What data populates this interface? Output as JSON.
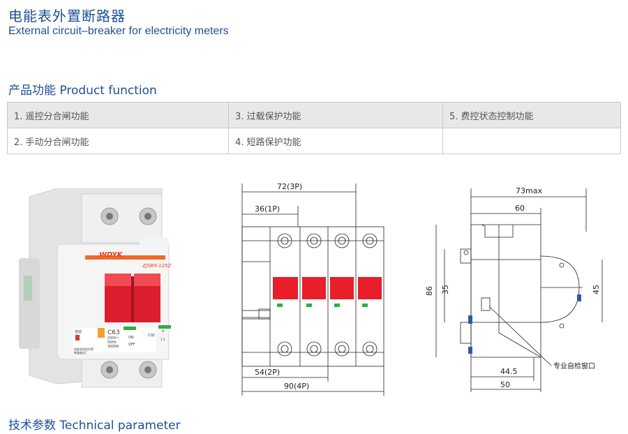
{
  "header": {
    "title_cn": "电能表外置断路器",
    "title_en": "External circuit–breaker for electricity meters"
  },
  "section_function": {
    "title": "产品功能 Product function"
  },
  "functions": [
    [
      "1. 遥控分合闸功能",
      "3. 过载保护功能",
      "5. 费控状态控制功能"
    ],
    [
      "2. 手动分合闸功能",
      "4. 短路保护功能",
      ""
    ]
  ],
  "product": {
    "brand": "WDYK",
    "model": "ZJSB9-125Z",
    "rating": "C63",
    "voltage": "230V~",
    "frequency": "50Hz",
    "capacity": "3000A",
    "on_label": "ON",
    "off_label": "OFF",
    "cert": "CQC",
    "red_label": "自动",
    "bottom_text_1": "电能表遥控外置",
    "bottom_text_2": "断路器出厂",
    "terminal_1": "1",
    "terminal_2": "2",
    "terminal_n": "N"
  },
  "dims_front": {
    "w3p": "72(3P)",
    "w1p": "36(1P)",
    "w2p": "54(2P)",
    "w4p": "90(4P)"
  },
  "dims_side": {
    "max": "73max",
    "d60": "60",
    "h86": "86",
    "h35": "35",
    "h45": "45",
    "d44": "44.5",
    "d50": "50",
    "window_label": "专业自检窗口"
  },
  "section_tech": {
    "title": "技术参数 Technical parameter"
  }
}
